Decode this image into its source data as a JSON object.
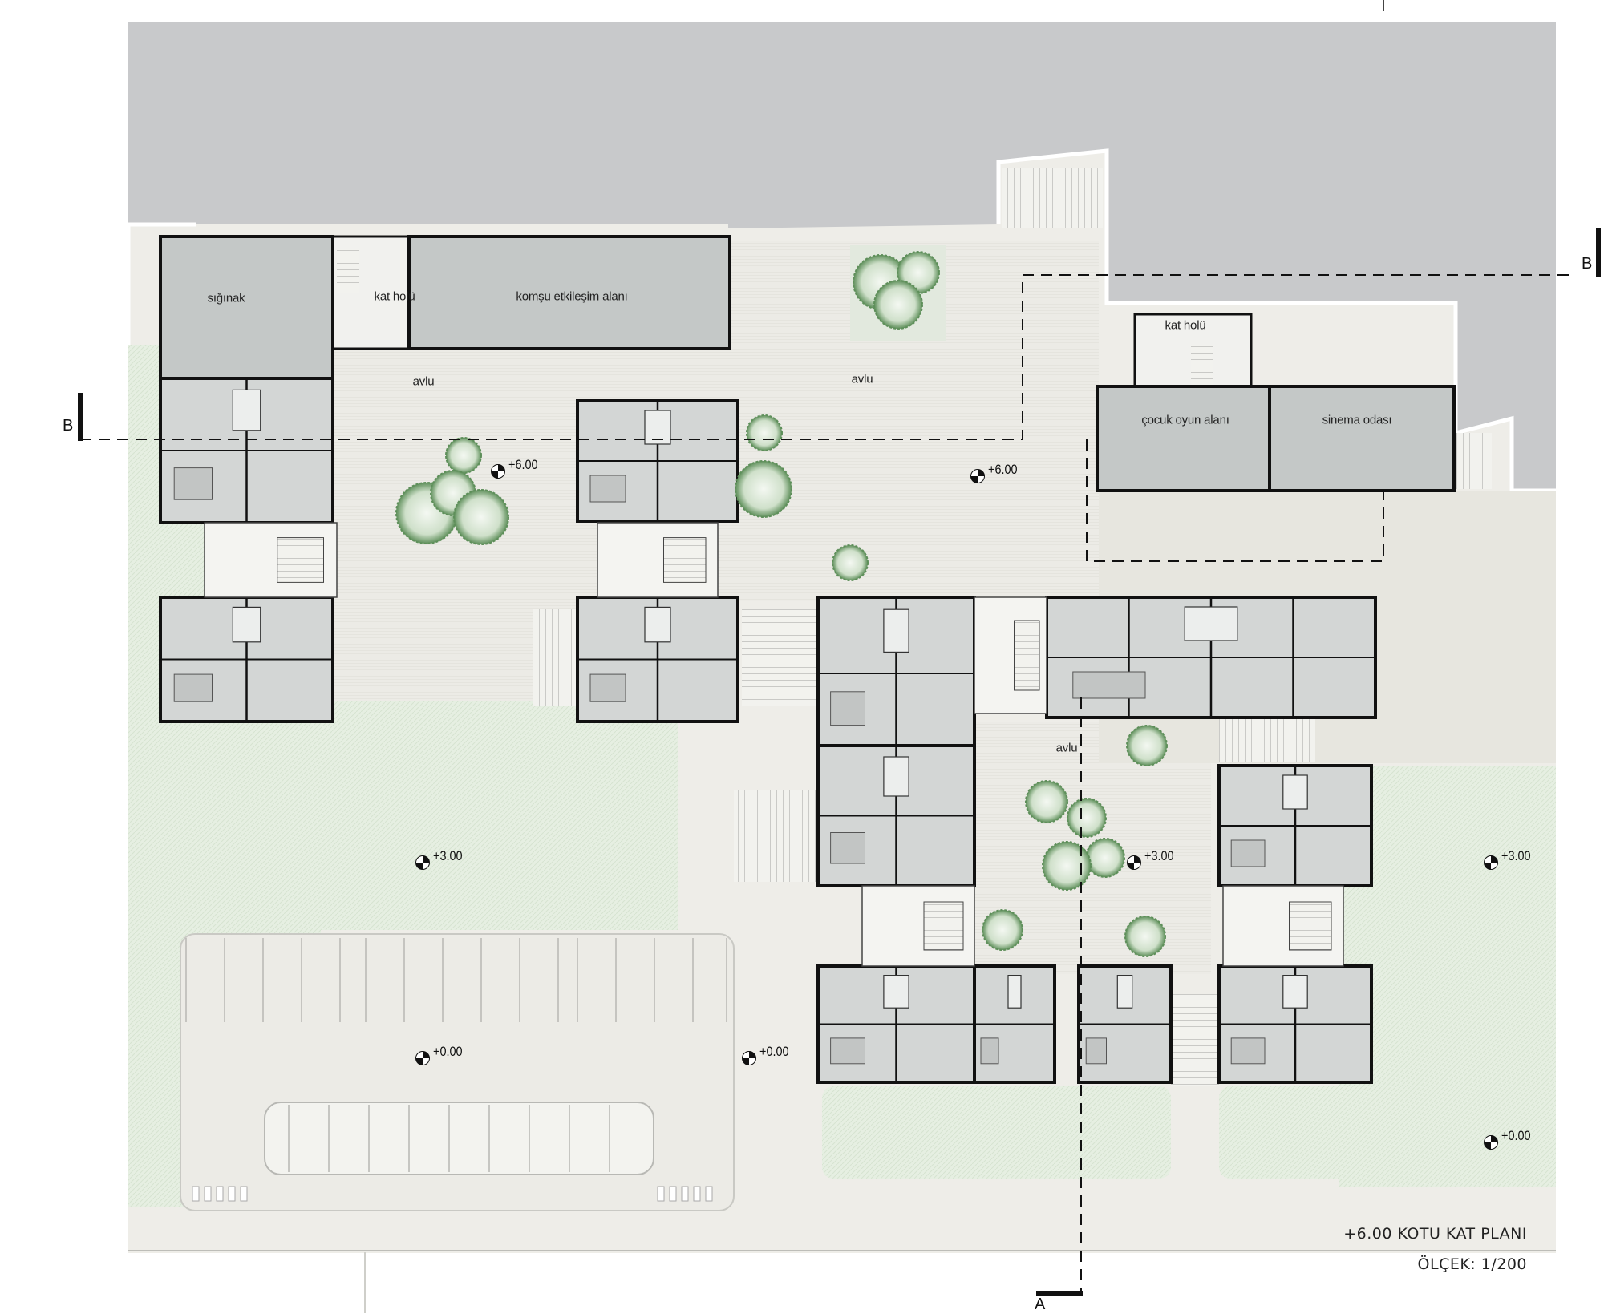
{
  "plan": {
    "title": "+6.00 KOTU KAT PLANI",
    "scale": "ÖLÇEK: 1/200"
  },
  "labels": {
    "siginak": "sığınak",
    "kat_holu_1": "kat holü",
    "komsu": "komşu etkileşim alanı",
    "avlu_1": "avlu",
    "avlu_2": "avlu",
    "avlu_3": "avlu",
    "kat_holu_2": "kat holü",
    "cocuk": "çocuk oyun alanı",
    "sinema": "sinema odası"
  },
  "levels": {
    "l1": "+6.00",
    "l2": "+6.00",
    "l3": "+3.00",
    "l4": "+3.00",
    "l5": "+3.00",
    "l6": "+0.00",
    "l7": "+0.00",
    "l8": "+0.00"
  },
  "sections": {
    "b_left": "B",
    "b_right": "B",
    "a_bottom": "A"
  },
  "colors": {
    "roof": "#c8c9cb",
    "courtyard": "#ecebe6",
    "green": "#e7efe3",
    "room_fill": "#d3d6d5",
    "wall": "#111111",
    "tree": "#6f9a6a"
  }
}
